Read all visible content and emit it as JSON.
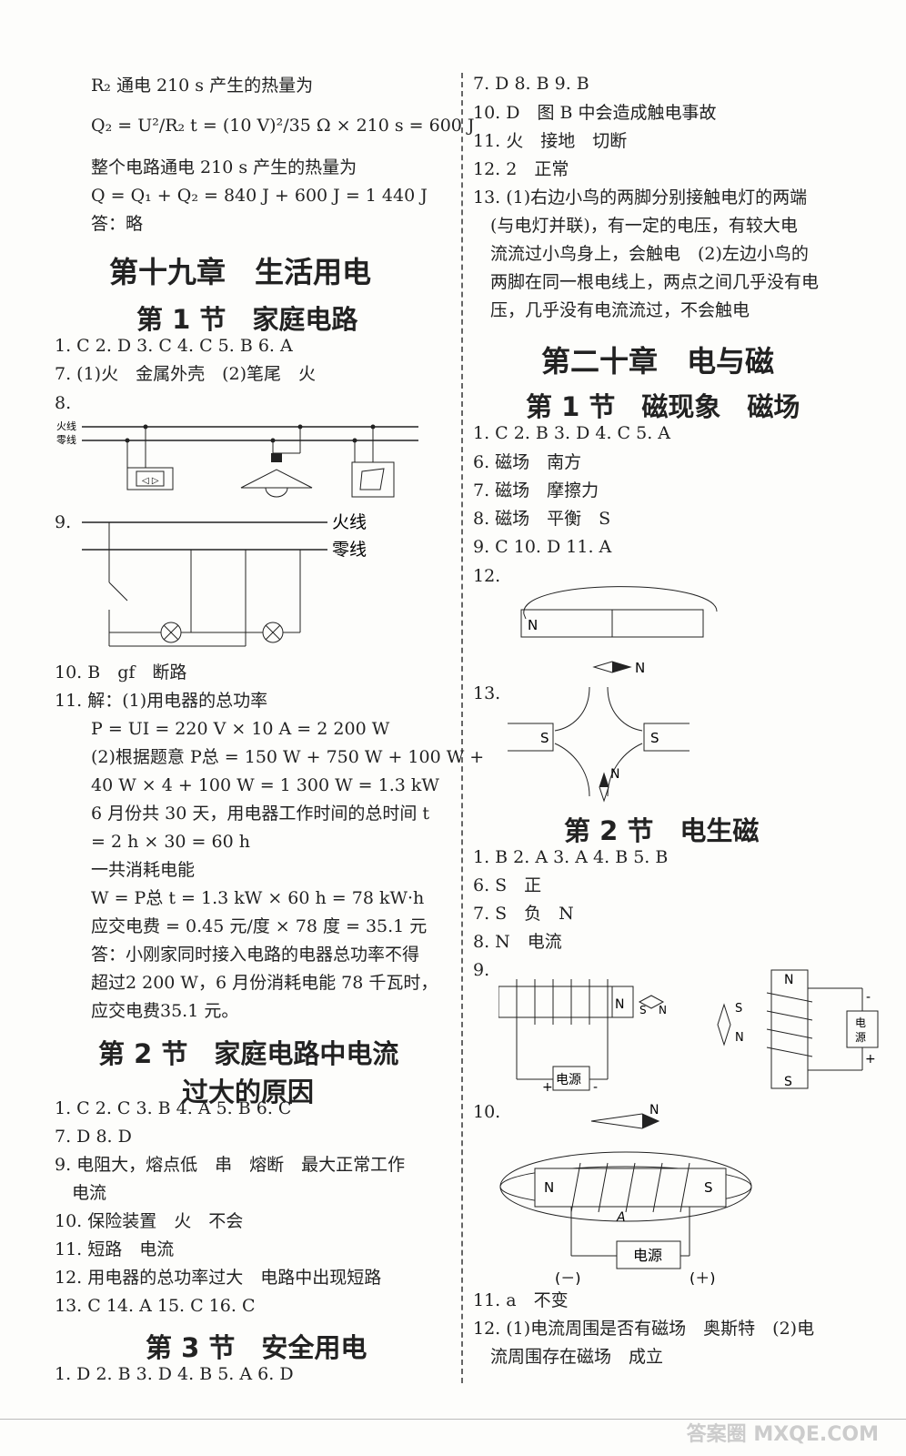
{
  "left": {
    "lines_top": [
      "R₂ 通电 210 s 产生的热量为",
      "Q₂ = U²/R₂ t = (10 V)²/35 Ω × 210 s = 600 J",
      "整个电路通电 210 s 产生的热量为",
      "Q = Q₁ + Q₂ = 840 J + 600 J = 1 440 J",
      "答：略"
    ],
    "chapter19": "第十九章　生活用电",
    "sec1": "第 1 节　家庭电路",
    "sec1_answers": [
      "1. C  2. D  3. C  4. C  5. B  6. A",
      "7. (1)火　金属外壳　(2)笔尾　火",
      "8."
    ],
    "fig8": {
      "live": "火线",
      "neutral": "零线"
    },
    "q9": "9.",
    "fig9": {
      "live": "火线",
      "neutral": "零线"
    },
    "after_fig9": [
      "10. B　gf　断路",
      "11. 解：(1)用电器的总功率",
      "P = UI = 220 V × 10 A = 2 200 W",
      "(2)根据题意 P总 = 150 W + 750 W + 100 W +",
      "40 W × 4 + 100 W = 1 300 W = 1.3 kW",
      "6 月份共 30 天，用电器工作时间的总时间 t",
      "= 2 h × 30 = 60 h",
      "一共消耗电能",
      "W = P总 t = 1.3 kW × 60 h = 78 kW·h",
      "应交电费 = 0.45 元/度 × 78 度 = 35.1 元",
      "答：小刚家同时接入电路的电器总功率不得",
      "超过2 200 W，6 月份消耗电能 78 千瓦时，",
      "应交电费35.1 元。"
    ],
    "sec2_line1": "第 2 节　家庭电路中电流",
    "sec2_line2": "过大的原因",
    "sec2_answers": [
      "1. C  2. C  3. B  4. A  5. B  6. C",
      "7. D  8. D",
      "9. 电阻大，熔点低　串　熔断　最大正常工作",
      "　电流",
      "10. 保险装置　火　不会",
      "11. 短路　电流",
      "12. 用电器的总功率过大　电路中出现短路",
      "13. C  14. A  15. C  16. C"
    ],
    "sec3": "第 3 节　安全用电",
    "sec3_answers": "1. D  2. B  3. D  4. B  5. A  6. D"
  },
  "right": {
    "top_answers": [
      "7. D  8. B  9. B",
      "10. D　图 B 中会造成触电事故",
      "11. 火　接地　切断",
      "12. 2　正常",
      "13. (1)右边小鸟的两脚分别接触电灯的两端",
      "　(与电灯并联)，有一定的电压，有较大电",
      "　流流过小鸟身上，会触电　(2)左边小鸟的",
      "　两脚在同一根电线上，两点之间几乎没有电",
      "　压，几乎没有电流流过，不会触电"
    ],
    "chapter20": "第二十章　电与磁",
    "sec1": "第 1 节　磁现象　磁场",
    "sec1_answers": [
      "1. C  2. B  3. D  4. C  5. A",
      "6. 磁场　南方",
      "7. 磁场　摩擦力",
      "8. 磁场　平衡　S",
      "9. C  10. D  11. A",
      "12."
    ],
    "q13": "13.",
    "sec2": "第 2 节　电生磁",
    "sec2_answers": [
      "1. B  2. A  3. A  4. B  5. B",
      "6. S　正",
      "7. S　负　N",
      "8. N　电流",
      "9."
    ],
    "q10": "10.",
    "tail_answers": [
      "11. a　不变",
      "12. (1)电流周围是否有磁场　奥斯特　(2)电",
      "　流周围存在磁场　成立"
    ],
    "labels": {
      "N": "N",
      "S": "S",
      "power": "电源",
      "power_v": "电源",
      "plus": "+",
      "minus": "-",
      "neg_paren": "(－)",
      "pos_paren": "(＋)",
      "A": "A"
    }
  },
  "watermark": "答案圈 MXQE.COM"
}
